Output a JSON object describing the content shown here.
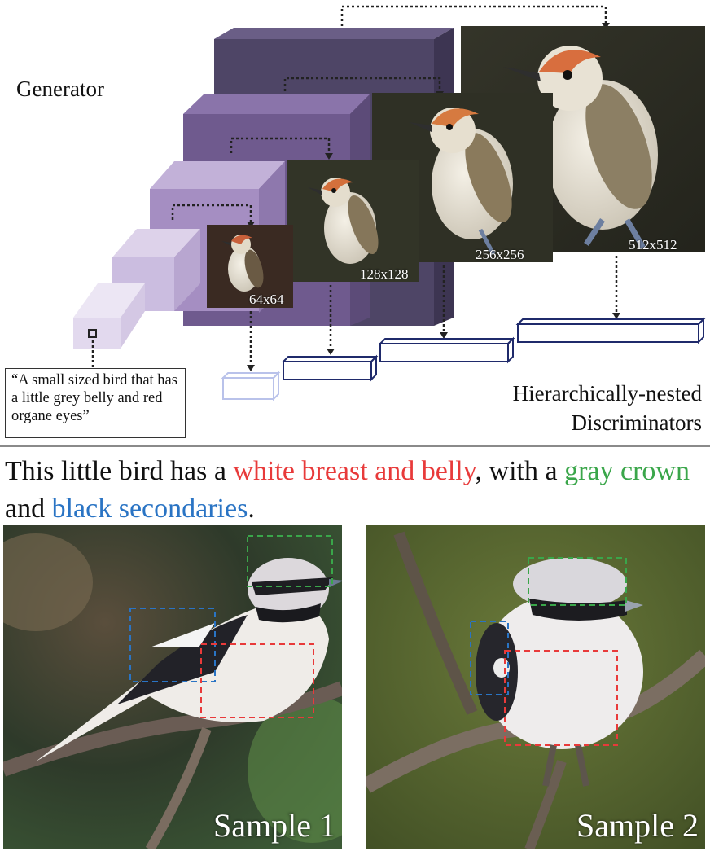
{
  "generator_label": "Generator",
  "text_caption": "“A small sized bird that has a little grey belly and red organe eyes”",
  "discriminator_label": [
    "Hierarchically-nested",
    "Discriminators"
  ],
  "resolutions": [
    "64x64",
    "128x128",
    "256x256",
    "512x512"
  ],
  "sentence": {
    "plain1": "This little bird has a ",
    "red": "white breast and belly",
    "plain2": ", with a ",
    "green": "gray crown",
    "plain3": " and ",
    "blue": "black secondaries",
    "plain4": "."
  },
  "samples": [
    "Sample 1",
    "Sample 2"
  ],
  "colors": {
    "purple_dark": "#4e4566",
    "purple_mid": "#6f5a8e",
    "purple_light": "#a58ec2",
    "navy": "#1f2a6b",
    "red": "#e83a3a",
    "green": "#3aa64a",
    "blue": "#2a74c4"
  }
}
